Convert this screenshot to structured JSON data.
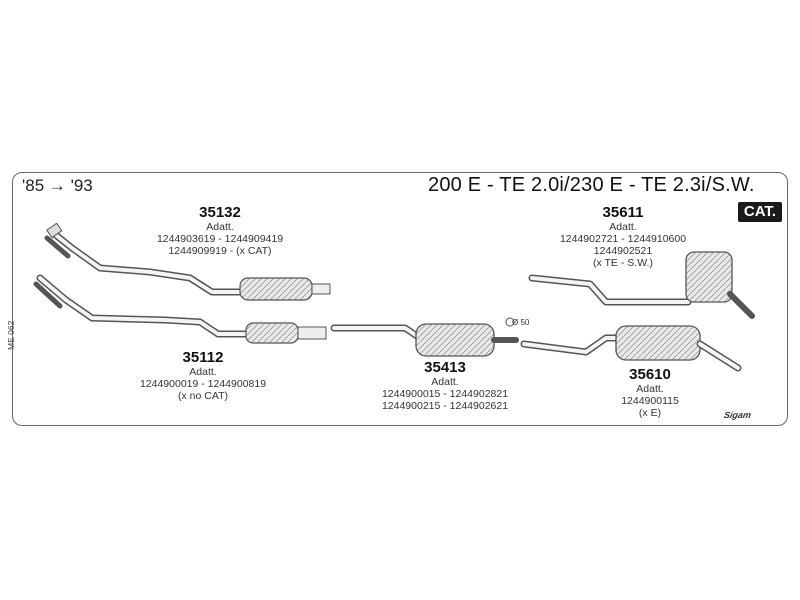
{
  "header": {
    "years": "'85 → '93",
    "model_title": "200 E - TE 2.0i/230 E - TE 2.3i/S.W.",
    "cat_badge": "CAT."
  },
  "side_code": "ME 062",
  "parts": [
    {
      "number": "35132",
      "lines": [
        "Adatt.",
        "1244903619 - 1244909419",
        "1244909919 - (x CAT)"
      ]
    },
    {
      "number": "35112",
      "lines": [
        "Adatt.",
        "1244900019 - 1244900819",
        "(x no CAT)"
      ]
    },
    {
      "number": "35413",
      "lines": [
        "Adatt.",
        "1244900015 - 1244902821",
        "1244900215 - 1244902621"
      ]
    },
    {
      "number": "35611",
      "lines": [
        "Adatt.",
        "1244902721 - 1244910600",
        "1244902521",
        "(x TE - S.W.)"
      ]
    },
    {
      "number": "35610",
      "lines": [
        "Adatt.",
        "1244900115",
        "(x E)"
      ]
    }
  ],
  "pipe_diameter": "Ø 50",
  "logo_text": "Sigam"
}
